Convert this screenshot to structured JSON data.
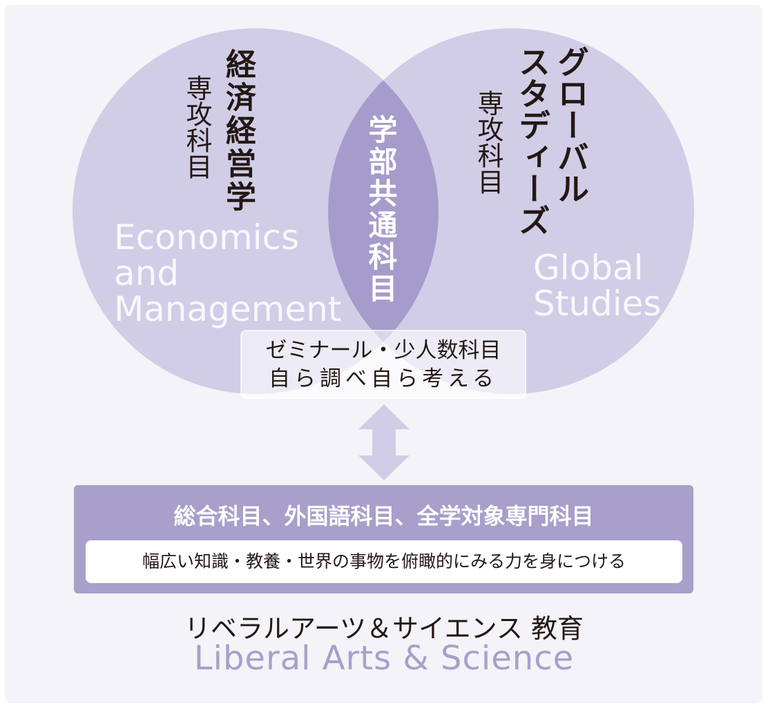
{
  "colors": {
    "circle": "#d1cde6",
    "overlap": "#a69ccb",
    "box": "#a89fca",
    "arrow": "#d1cde6",
    "background": "#f3f3f8",
    "english_label": "#a89fca"
  },
  "left_circle": {
    "title": "経済経営学",
    "subtitle": "専攻科目",
    "english": "Economics\nand\nManagement"
  },
  "right_circle": {
    "title": "グローバル\nスタディーズ",
    "title_col1": "グローバル",
    "title_col2": "スタディーズ",
    "subtitle": "専攻科目",
    "english": "Global\nStudies"
  },
  "overlap": {
    "title": "学部共通科目"
  },
  "seminar": {
    "line1": "ゼミナール・少人数科目",
    "line2": "自ら調べ自ら考える"
  },
  "arrow_icon": "double-arrow-vertical",
  "bottom": {
    "title": "総合科目、外国語科目、全学対象専門科目",
    "description": "幅広い知識・教養・世界の事物を俯瞰的にみる力を身につける"
  },
  "footer": {
    "japanese": "リベラルアーツ＆サイエンス 教育",
    "english": "Liberal Arts & Science"
  }
}
